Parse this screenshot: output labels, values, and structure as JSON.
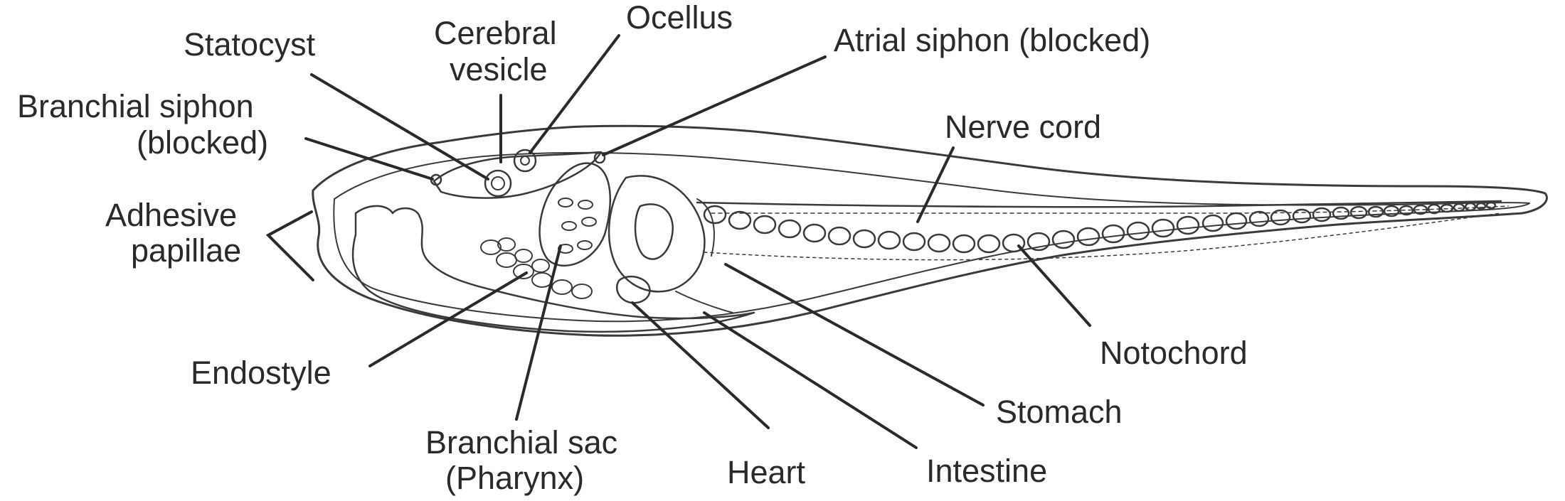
{
  "diagram": {
    "labels": {
      "statocyst": "Statocyst",
      "cerebral_vesicle_1": "Cerebral",
      "cerebral_vesicle_2": "vesicle",
      "ocellus": "Ocellus",
      "atrial_siphon": "Atrial siphon (blocked)",
      "branchial_siphon_1": "Branchial siphon",
      "branchial_siphon_2": "(blocked)",
      "nerve_cord": "Nerve cord",
      "adhesive_papillae_1": "Adhesive",
      "adhesive_papillae_2": "papillae",
      "endostyle": "Endostyle",
      "branchial_sac_1": "Branchial sac",
      "branchial_sac_2": "(Pharynx)",
      "heart": "Heart",
      "intestine": "Intestine",
      "stomach": "Stomach",
      "notochord": "Notochord"
    }
  }
}
